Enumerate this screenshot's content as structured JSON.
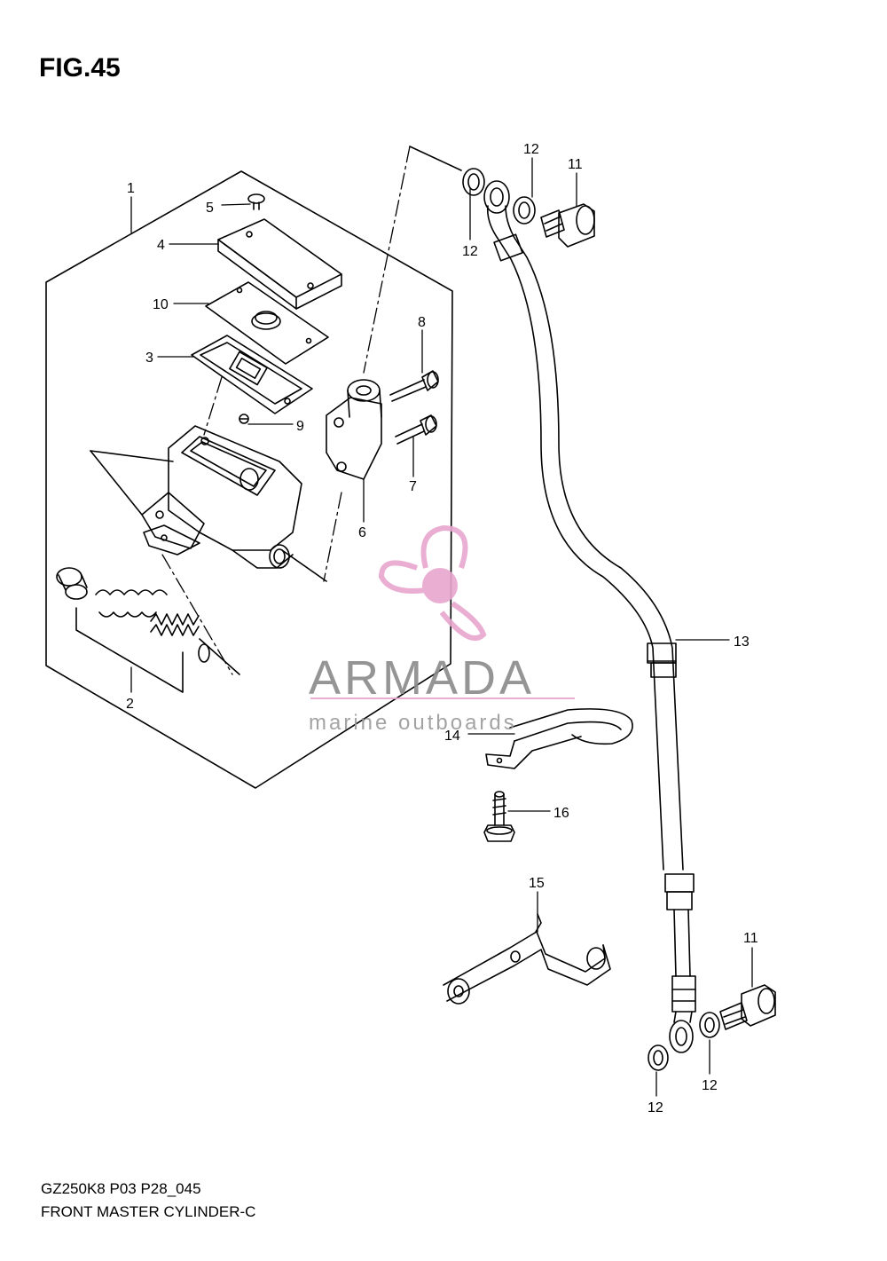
{
  "figure": {
    "title": "FIG.45",
    "footer_line1": "GZ250K8 P03 P28_045",
    "footer_line2": "FRONT MASTER CYLINDER-C"
  },
  "watermark": {
    "brand": "ARMADA",
    "tagline": "marine outboards",
    "accent_color": "#e8a6cf",
    "text_color": "#8a8a8a"
  },
  "callouts": {
    "c1": "1",
    "c2": "2",
    "c3": "3",
    "c4": "4",
    "c5": "5",
    "c6": "6",
    "c7": "7",
    "c8": "8",
    "c9": "9",
    "c10": "10",
    "c11_top": "11",
    "c11_bottom": "11",
    "c12_top_right": "12",
    "c12_top_left": "12",
    "c12_bottom_right": "12",
    "c12_bottom_left": "12",
    "c13": "13",
    "c14": "14",
    "c15": "15",
    "c16": "16"
  }
}
